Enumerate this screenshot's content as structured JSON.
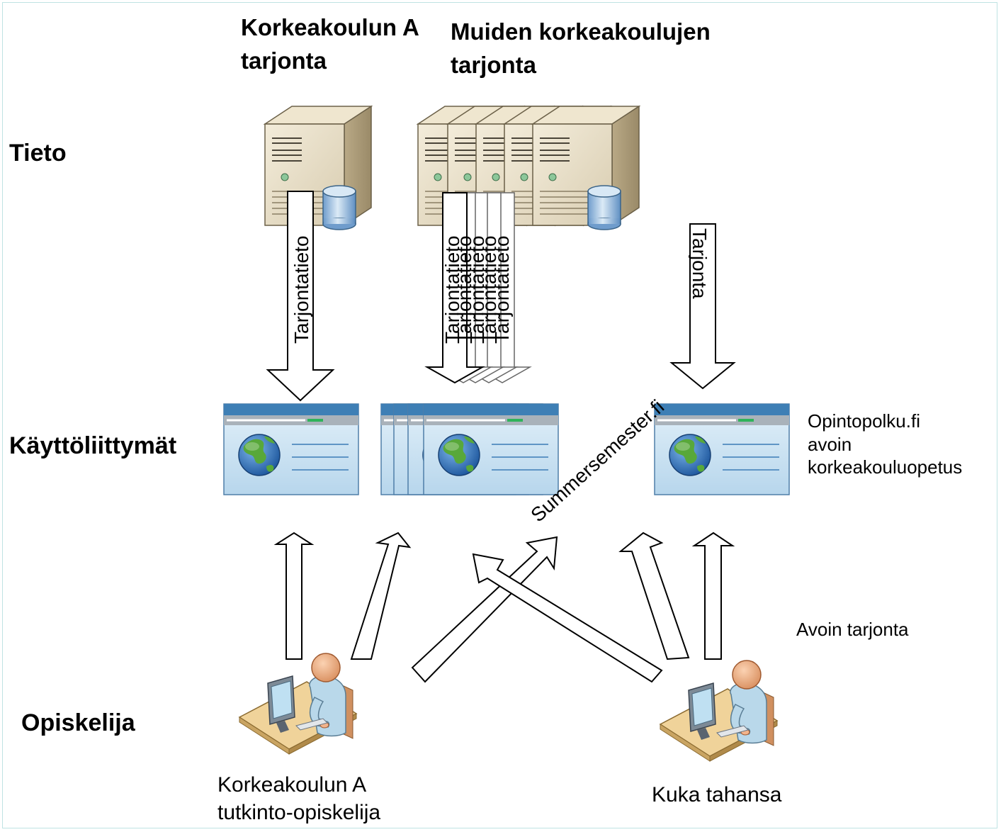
{
  "columns": {
    "a": [
      "Korkeakoulun A",
      "tarjonta"
    ],
    "others": [
      "Muiden korkeakoulujen",
      "tarjonta"
    ]
  },
  "rows": {
    "tieto": "Tieto",
    "kayttoliittymat": "Käyttöliittymät",
    "opiskelija": "Opiskelija"
  },
  "arrow_labels": {
    "a": "Tarjontatieto",
    "others": "Tarjontatieto",
    "open": "Tarjonta"
  },
  "sites": {
    "summersemester": "Summersemester.fi",
    "opintopolku": [
      "Opintopolku.fi",
      "avoin",
      "korkeakouluopetus"
    ]
  },
  "students": {
    "degree": [
      "Korkeakoulun A",
      "tutkinto-opiskelija"
    ],
    "anyone": "Kuka tahansa"
  },
  "open_offer": "Avoin tarjonta",
  "colors": {
    "server_body": "#e6dcc3",
    "server_side": "#a89878",
    "db": "#8fb6d8",
    "browser_bar": "#3e7fb5",
    "browser_body": "#c9e2f1",
    "globe_sea": "#2a6eb8",
    "globe_land": "#5aa63c",
    "person_skin": "#f2b48c",
    "person_shirt": "#b9d8ea",
    "desk": "#f0d39a"
  },
  "icons": [
    "server-icon",
    "database-icon",
    "browser-window-icon",
    "globe-icon",
    "user-at-computer-icon",
    "arrow-icon"
  ]
}
